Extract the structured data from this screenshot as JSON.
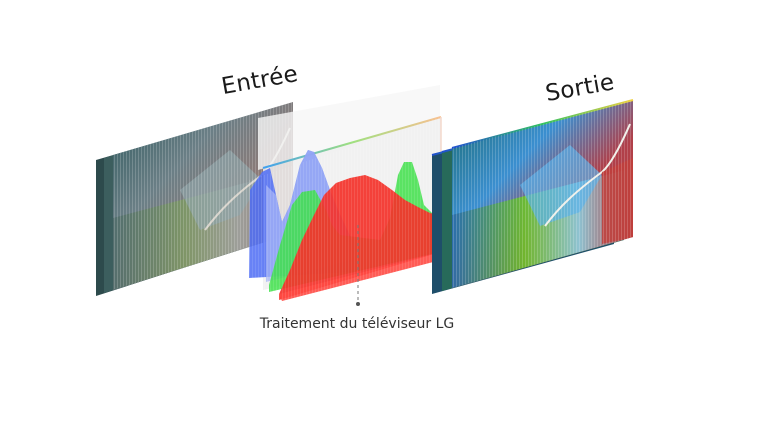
{
  "labels": {
    "input": "Entrée",
    "output": "Sortie",
    "caption": "Traitement du téléviseur LG"
  },
  "illustration": {
    "input_stack": {
      "frames": 3,
      "tone": "muted landscape (canyon)"
    },
    "processing_panel": {
      "histogram_channels": [
        "blue",
        "green",
        "red"
      ],
      "colors": {
        "blue": "#4d6cf5",
        "green": "#3fe04a",
        "red": "#f4322a",
        "panel": "#eeeeee"
      }
    },
    "output_stack": {
      "frames": 3,
      "tone": "vivid enhanced landscape (canyon)"
    }
  }
}
